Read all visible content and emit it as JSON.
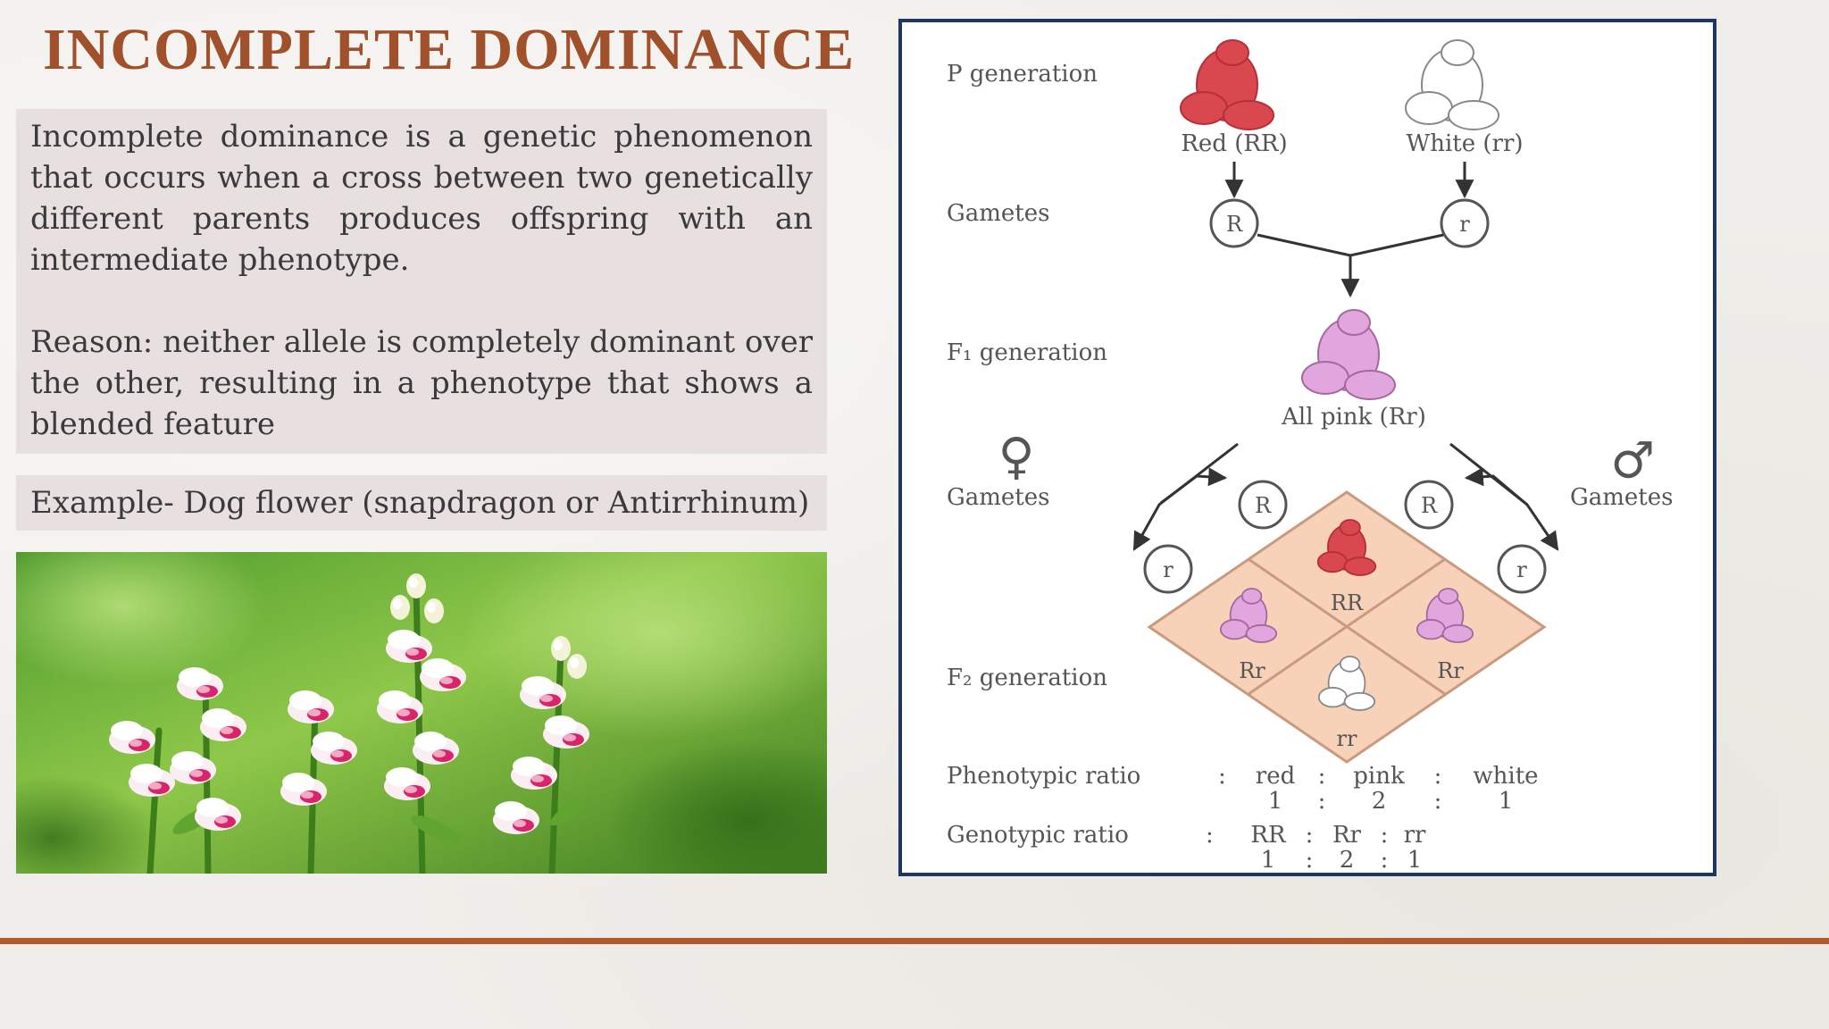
{
  "slide": {
    "title": "INCOMPLETE DOMINANCE",
    "paragraphs": [
      "Incomplete dominance is a genetic phenomenon that occurs when a cross between two genetically different parents produces offspring with an intermediate phenotype.",
      "Reason: neither allele is completely dominant over the other, resulting in a phenotype that shows a blended feature"
    ],
    "example": "Example- Dog flower (snapdragon or Antirrhinum)"
  },
  "diagram": {
    "p_generation": "P generation",
    "gametes": "Gametes",
    "f1_generation": "F₁ generation",
    "f2_generation": "F₂ generation",
    "red_parent": "Red (RR)",
    "white_parent": "White (rr)",
    "all_pink": "All pink (Rr)",
    "allele_R": "R",
    "allele_r": "r",
    "female_symbol": "♀",
    "male_symbol": "♂",
    "genotypes": {
      "RR": "RR",
      "Rr": "Rr",
      "rr": "rr"
    },
    "phenotypic": {
      "label": "Phenotypic ratio",
      "names": [
        "red",
        "pink",
        "white"
      ],
      "values": [
        "1",
        "2",
        "1"
      ]
    },
    "genotypic": {
      "label": "Genotypic ratio",
      "names": [
        "RR",
        "Rr",
        "rr"
      ],
      "values": [
        "1",
        "2",
        "1"
      ]
    },
    "colors": {
      "red_flower": "#d9474f",
      "pink_flower": "#e2a6de",
      "white_flower": "#ffffff",
      "punnett_fill": "#f8d2b8",
      "diagram_text": "#555555",
      "frame": "#1f3566"
    }
  },
  "theme": {
    "title_color": "#a0502a",
    "box_fill": "#e8dfe1",
    "accent_line": "#b4582e"
  }
}
